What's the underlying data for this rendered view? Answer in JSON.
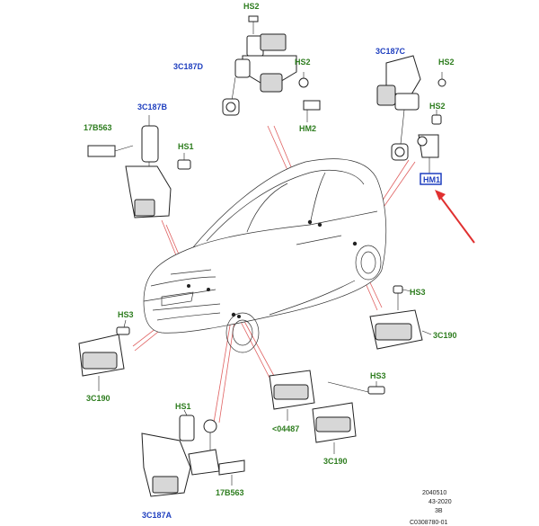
{
  "labels": {
    "hs2_top": "HS2",
    "c3c187d": "3C187D",
    "hs2_mid": "HS2",
    "hm2": "HM2",
    "c3c187c": "3C187C",
    "hs2_right": "HS2",
    "hs2_right2": "HS2",
    "hm1": "HM1",
    "c3c187b": "3C187B",
    "b17b563_left": "17B563",
    "hs1_left": "HS1",
    "hs3_right": "HS3",
    "c3c190_right": "3C190",
    "hs3_left": "HS3",
    "c3c190_left": "3C190",
    "hs3_bottom": "HS3",
    "c04487": "<04487",
    "c3c190_bottom": "3C190",
    "hs1_bottom": "HS1",
    "c3c187a": "3C187A",
    "b17b563_bottom": "17B563"
  },
  "meta": {
    "line1": "2040510",
    "line2": "43-2020",
    "line3": "3B",
    "line4": "C0308780-01"
  },
  "colors": {
    "blue": "#1f3fbf",
    "green": "#2e7d1f",
    "highlight_box": "#1f3fbf",
    "arrow": "#e03030",
    "callout_lines": "#e06060"
  }
}
